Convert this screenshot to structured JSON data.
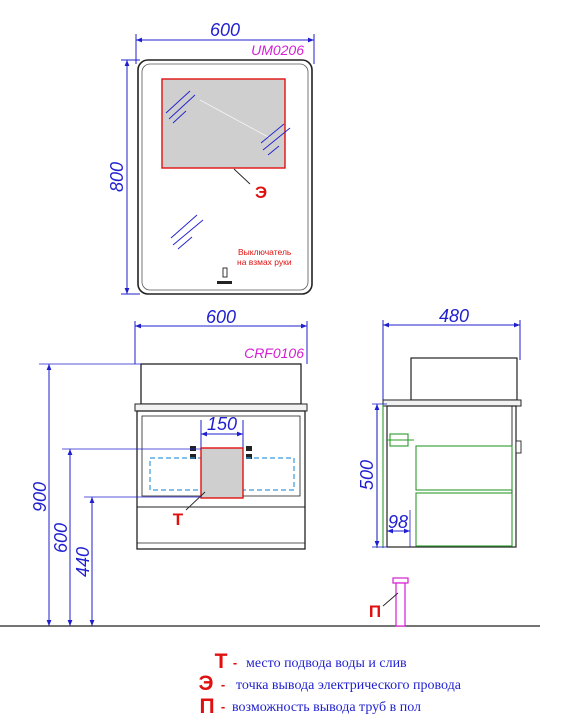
{
  "colors": {
    "dimension": "#1f1fd0",
    "model": "#d41fd4",
    "marker": "#e01010",
    "outline": "#222222",
    "hidden": "#3a9ad9",
    "cabinet_green": "#2e9a2e",
    "panel_fill": "#cfcfcf"
  },
  "mirror": {
    "width_label": "600",
    "height_label": "800",
    "model": "UM0206",
    "marker": "Э",
    "switch_note_line1": "Выключатель",
    "switch_note_line2": "на взмах руки"
  },
  "cabinet_front": {
    "width_label": "600",
    "model": "CRF0106",
    "inner_width_label": "150",
    "marker": "Т",
    "heights": [
      "900",
      "600",
      "440"
    ]
  },
  "cabinet_side": {
    "depth_label": "480",
    "height_label": "500",
    "small_label": "98"
  },
  "pipe": {
    "marker": "П"
  },
  "legend": [
    {
      "letter": "Т",
      "sep": "-",
      "text": "место подвода воды и слив"
    },
    {
      "letter": "Э",
      "sep": "-",
      "text": "точка вывода электрического провода"
    },
    {
      "letter": "П",
      "sep": "-",
      "text": "возможность вывода труб в пол"
    }
  ]
}
